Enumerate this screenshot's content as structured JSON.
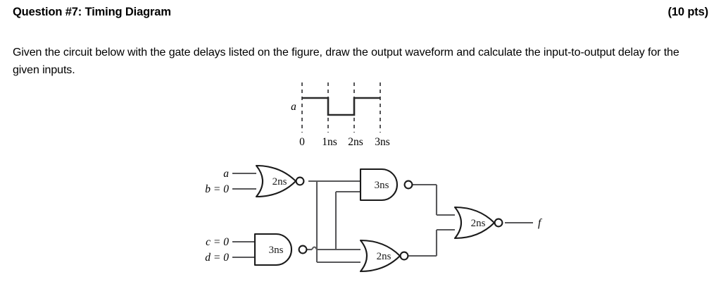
{
  "header": {
    "title": "Question #7: Timing Diagram",
    "points": "(10 pts)"
  },
  "prompt": {
    "text": "Given the circuit below with the gate delays listed on the figure, draw the output waveform and calculate the input-to-output delay for the given inputs."
  },
  "timing": {
    "signal_label": "a",
    "ticks": [
      "0",
      "1ns",
      "2ns",
      "3ns"
    ],
    "waveform_description": "a is high from 0 to 1ns, low from 1ns to 2ns, high from 2ns to 3ns"
  },
  "circuit": {
    "inputs": {
      "a": "a",
      "b": "b = 0",
      "c": "c = 0",
      "d": "d = 0"
    },
    "gates": [
      {
        "id": "nor1",
        "type": "NOR",
        "delay": "2ns"
      },
      {
        "id": "nand1",
        "type": "NAND",
        "delay": "3ns"
      },
      {
        "id": "nand2",
        "type": "NAND",
        "delay": "3ns"
      },
      {
        "id": "nor2",
        "type": "NOR",
        "delay": "2ns"
      },
      {
        "id": "nor3",
        "type": "NOR",
        "delay": "2ns"
      }
    ],
    "output_label": "f"
  },
  "chart_data": {
    "type": "line",
    "title": "",
    "xlabel": "",
    "ylabel": "a",
    "x": [
      0,
      1,
      1,
      2,
      2,
      3
    ],
    "values": [
      1,
      1,
      0,
      0,
      1,
      1
    ],
    "categories": [
      "0",
      "1ns",
      "2ns",
      "3ns"
    ],
    "xlim": [
      0,
      3
    ],
    "ylim": [
      0,
      1
    ],
    "grid": true,
    "legend": "none",
    "annotations": [
      "a"
    ]
  },
  "colors": {
    "ink": "#000000",
    "wire": "#58585a",
    "gate_stroke": "#1a1a1a",
    "grid": "#4d4d4f"
  }
}
